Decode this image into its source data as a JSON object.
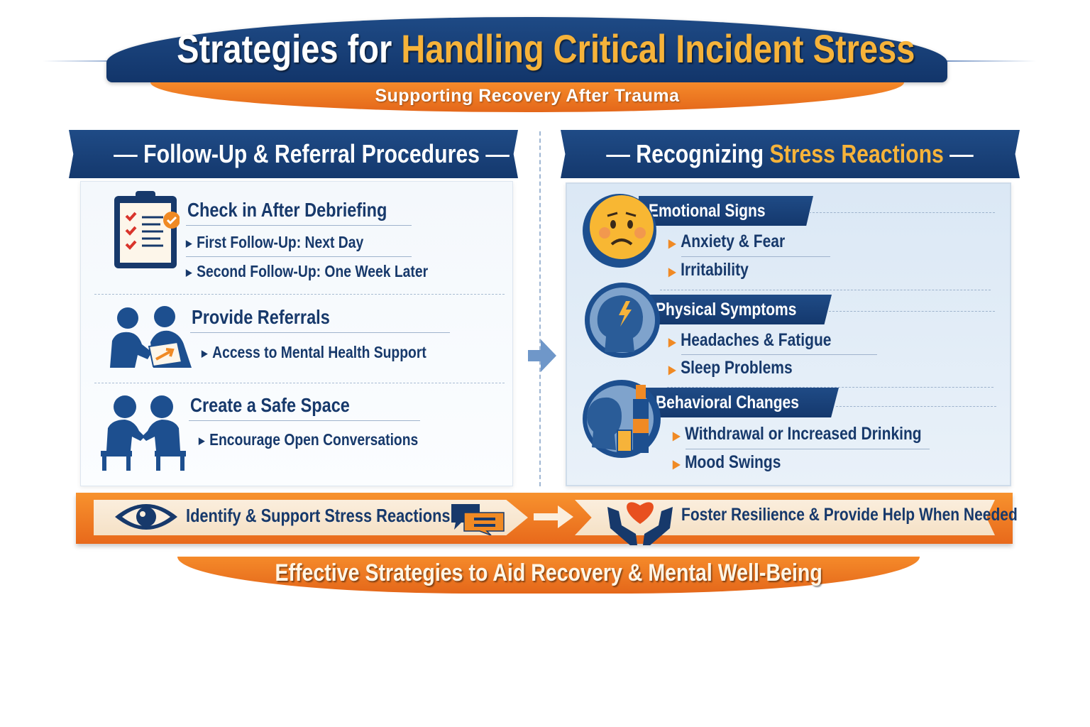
{
  "header": {
    "title_plain": "Strategies for",
    "title_highlight": "Handling Critical Incident Stress",
    "subtitle": "Supporting Recovery After Trauma"
  },
  "left_panel": {
    "title": "Follow-Up & Referral Procedures",
    "items": [
      {
        "title": "Check in After Debriefing",
        "bullets": [
          "First Follow-Up:  Next Day",
          "Second Follow-Up: One Week Later"
        ]
      },
      {
        "title": "Provide Referrals",
        "bullets": [
          "Access to Mental Health Support"
        ]
      },
      {
        "title": "Create a Safe Space",
        "bullets": [
          "Encourage Open Conversations"
        ]
      }
    ]
  },
  "right_panel": {
    "title_plain": "Recognizing",
    "title_highlight": "Stress Reactions",
    "groups": [
      {
        "title": "Emotional Signs",
        "bullets": [
          "Anxiety & Fear",
          "Irritability"
        ]
      },
      {
        "title": "Physical Symptoms",
        "bullets": [
          "Headaches & Fatigue",
          "Sleep Problems"
        ]
      },
      {
        "title": "Behavioral Changes",
        "bullets": [
          "Withdrawal or Increased Drinking",
          "Mood Swings"
        ]
      }
    ]
  },
  "bottom_bar": {
    "left_text": "Identify & Support Stress Reactions",
    "right_text": "Foster Resilience & Provide Help When Needed"
  },
  "footer": {
    "title": "Effective Strategies to Aid Recovery & Mental Well-Being"
  },
  "colors": {
    "navy": "#17396b",
    "orange": "#f08a24",
    "gold": "#f6b33a"
  }
}
